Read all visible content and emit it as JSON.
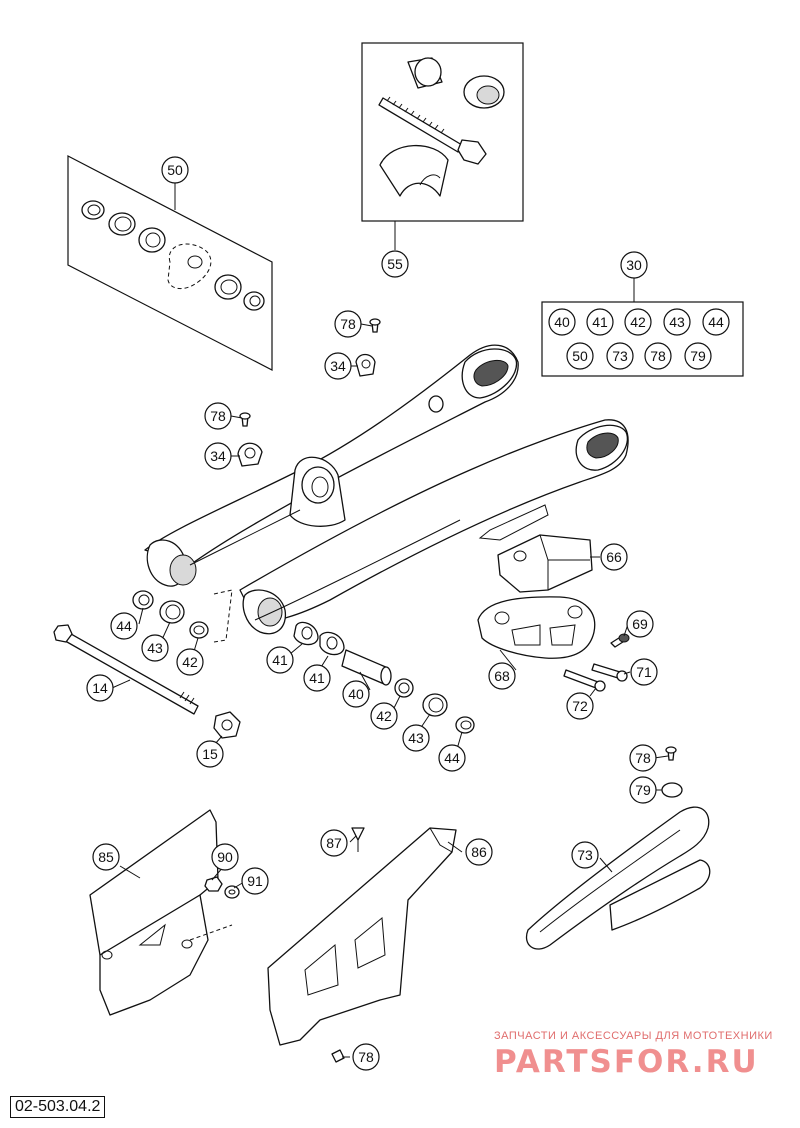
{
  "callouts": [
    {
      "id": "c50",
      "label": "50"
    },
    {
      "id": "c55",
      "label": "55"
    },
    {
      "id": "c30",
      "label": "30"
    },
    {
      "id": "k40",
      "label": "40"
    },
    {
      "id": "k41",
      "label": "41"
    },
    {
      "id": "k42",
      "label": "42"
    },
    {
      "id": "k43",
      "label": "43"
    },
    {
      "id": "k44",
      "label": "44"
    },
    {
      "id": "k50",
      "label": "50"
    },
    {
      "id": "k73",
      "label": "73"
    },
    {
      "id": "k78",
      "label": "78"
    },
    {
      "id": "k79",
      "label": "79"
    },
    {
      "id": "c78a",
      "label": "78"
    },
    {
      "id": "c34a",
      "label": "34"
    },
    {
      "id": "c78b",
      "label": "78"
    },
    {
      "id": "c34b",
      "label": "34"
    },
    {
      "id": "c66",
      "label": "66"
    },
    {
      "id": "c69",
      "label": "69"
    },
    {
      "id": "c68",
      "label": "68"
    },
    {
      "id": "c71",
      "label": "71"
    },
    {
      "id": "c72",
      "label": "72"
    },
    {
      "id": "c44a",
      "label": "44"
    },
    {
      "id": "c43a",
      "label": "43"
    },
    {
      "id": "c42a",
      "label": "42"
    },
    {
      "id": "c41a",
      "label": "41"
    },
    {
      "id": "c41b",
      "label": "41"
    },
    {
      "id": "c40",
      "label": "40"
    },
    {
      "id": "c42b",
      "label": "42"
    },
    {
      "id": "c43b",
      "label": "43"
    },
    {
      "id": "c44b",
      "label": "44"
    },
    {
      "id": "c14",
      "label": "14"
    },
    {
      "id": "c15",
      "label": "15"
    },
    {
      "id": "c78c",
      "label": "78"
    },
    {
      "id": "c79",
      "label": "79"
    },
    {
      "id": "c85",
      "label": "85"
    },
    {
      "id": "c90",
      "label": "90"
    },
    {
      "id": "c91",
      "label": "91"
    },
    {
      "id": "c87",
      "label": "87"
    },
    {
      "id": "c86",
      "label": "86"
    },
    {
      "id": "c73",
      "label": "73"
    },
    {
      "id": "c78d",
      "label": "78"
    }
  ],
  "kit_box_title": "30",
  "document_code": "02-503.04.2",
  "watermark": {
    "caption": "ЗАПЧАСТИ И АКСЕССУАРЫ ДЛЯ МОТОТЕХНИКИ",
    "logo": "PARTSFOR.RU"
  }
}
